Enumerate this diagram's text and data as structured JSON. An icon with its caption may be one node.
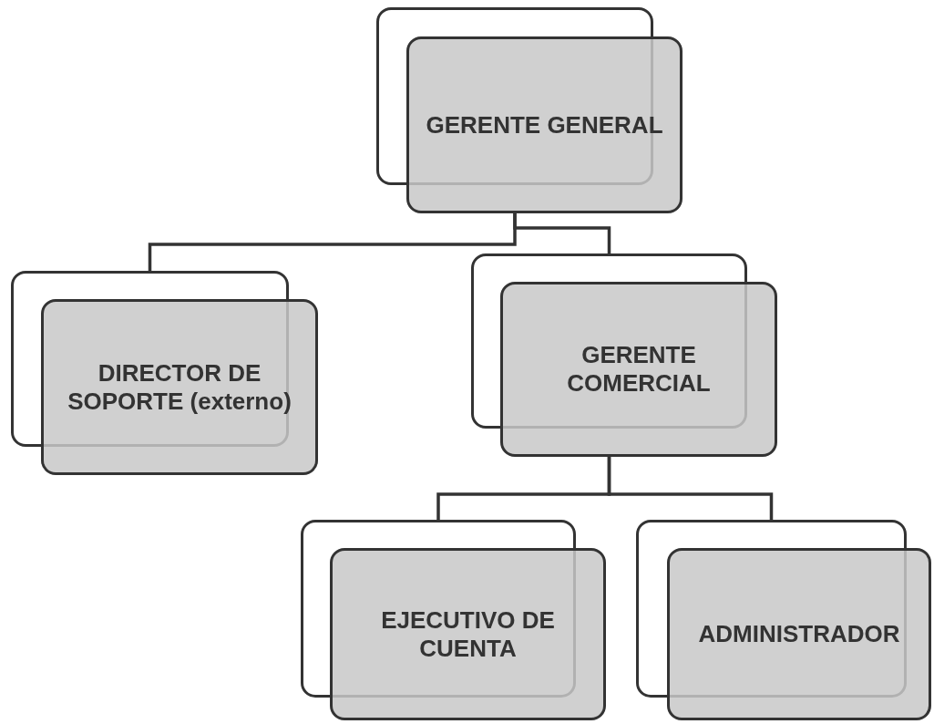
{
  "diagram": {
    "nodes": [
      {
        "text": [
          "GERENTE GENERAL"
        ]
      },
      {
        "text": [
          "DIRECTOR DE SOPORTE (externo)"
        ]
      },
      {
        "text": [
          "GERENTE COMERCIAL"
        ]
      },
      {
        "text": [
          "EJECUTIVO DE CUENTA"
        ]
      },
      {
        "text": [
          "ADMINISTRADOR"
        ]
      }
    ],
    "edges": [
      {
        "from": 0,
        "to": 1,
        "arrow": "none"
      },
      {
        "from": 0,
        "to": 2,
        "arrow": "none"
      },
      {
        "from": 2,
        "to": 3,
        "arrow": "none"
      },
      {
        "from": 2,
        "to": 4,
        "arrow": "none"
      }
    ]
  }
}
